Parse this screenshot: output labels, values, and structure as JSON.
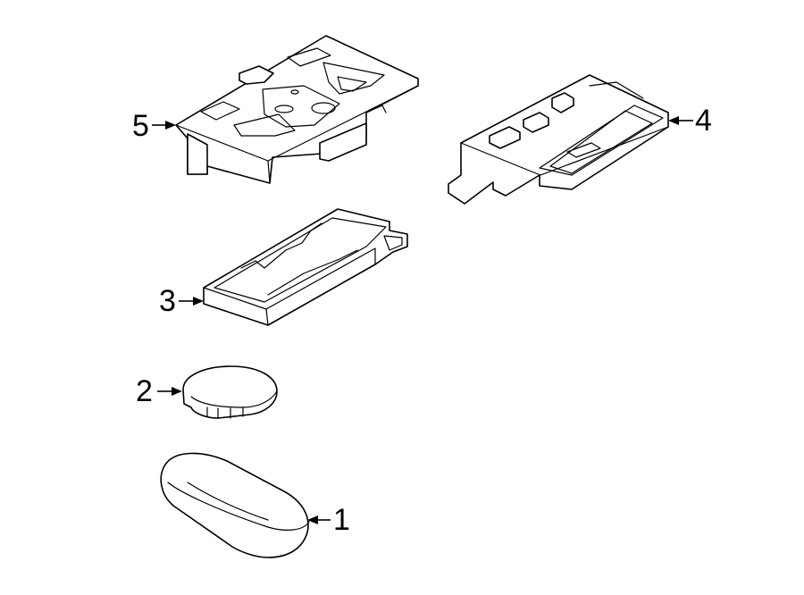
{
  "diagram": {
    "background": "#ffffff",
    "line_color": "#000000",
    "callouts": [
      {
        "id": "1",
        "label": "1"
      },
      {
        "id": "2",
        "label": "2"
      },
      {
        "id": "3",
        "label": "3"
      },
      {
        "id": "4",
        "label": "4"
      },
      {
        "id": "5",
        "label": "5"
      }
    ]
  }
}
